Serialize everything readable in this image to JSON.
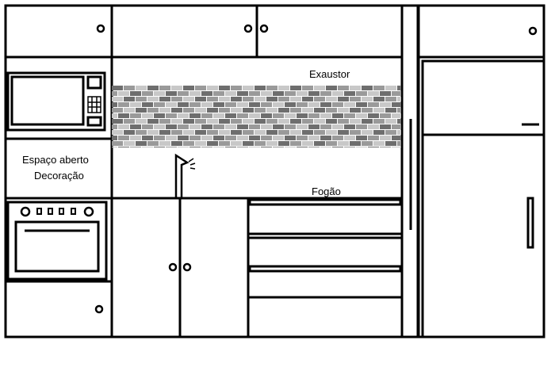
{
  "labels": {
    "hood": "Exaustor",
    "stove": "Fogão",
    "open_space_line1": "Espaço aberto",
    "open_space_line2": "Decoração"
  },
  "colors": {
    "stroke": "#000000",
    "background": "#ffffff",
    "tile_dark": "#6e6e6e",
    "tile_mid": "#9a9a9a",
    "tile_light": "#c8c8c8"
  },
  "icons": [
    "microwave-icon",
    "oven-icon",
    "faucet-icon",
    "refrigerator-icon"
  ]
}
